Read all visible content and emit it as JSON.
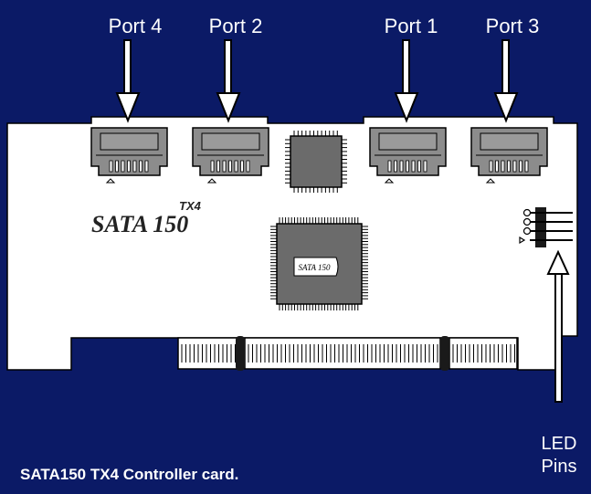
{
  "ports": [
    {
      "label": "Port 4"
    },
    {
      "label": "Port 2"
    },
    {
      "label": "Port 1"
    },
    {
      "label": "Port 3"
    }
  ],
  "card": {
    "logo_main": "SATA 150",
    "logo_sub": "TX4",
    "chip_label": "SATA 150"
  },
  "led": {
    "label_line1": "LED",
    "label_line2": "Pins"
  },
  "caption": "SATA150 TX4 Controller card.",
  "colors": {
    "background": "#0b1a66",
    "card": "#ffffff",
    "chip": "#6b6b6b",
    "connector": "#8c8c8c"
  }
}
